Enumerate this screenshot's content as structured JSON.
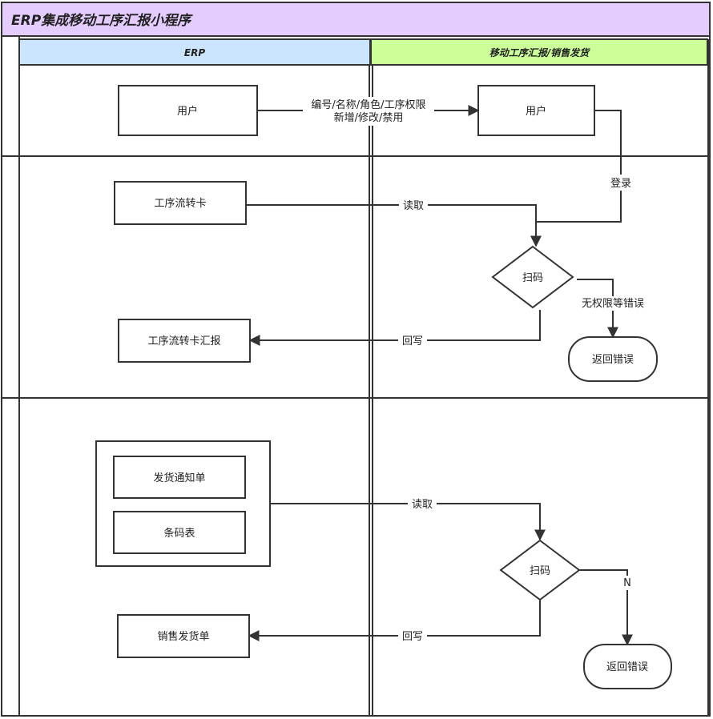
{
  "title": "ERP集成移动工序汇报小程序",
  "colors": {
    "title_bg": "#e5ccff",
    "lane_erp_bg": "#cce5ff",
    "lane_mobile_bg": "#ccff99",
    "stroke": "#333333"
  },
  "lanes": {
    "erp": "ERP",
    "mobile": "移动工序汇报/销售发货"
  },
  "nodes": {
    "user_erp": "用户",
    "user_mobile": "用户",
    "process_card": "工序流转卡",
    "scan1": "扫码",
    "error1": "返回错误",
    "process_report": "工序流转卡汇报",
    "delivery_notice": "发货通知单",
    "barcode_table": "条码表",
    "scan2": "扫码",
    "sales_delivery": "销售发货单",
    "error2": "返回错误"
  },
  "edges": {
    "sync_line1": "编号/名称/角色/工序权限",
    "sync_line2": "新增/修改/禁用",
    "login": "登录",
    "read1": "读取",
    "no_permission": "无权限等错误",
    "writeback1": "回写",
    "read2": "读取",
    "n": "N",
    "writeback2": "回写"
  }
}
